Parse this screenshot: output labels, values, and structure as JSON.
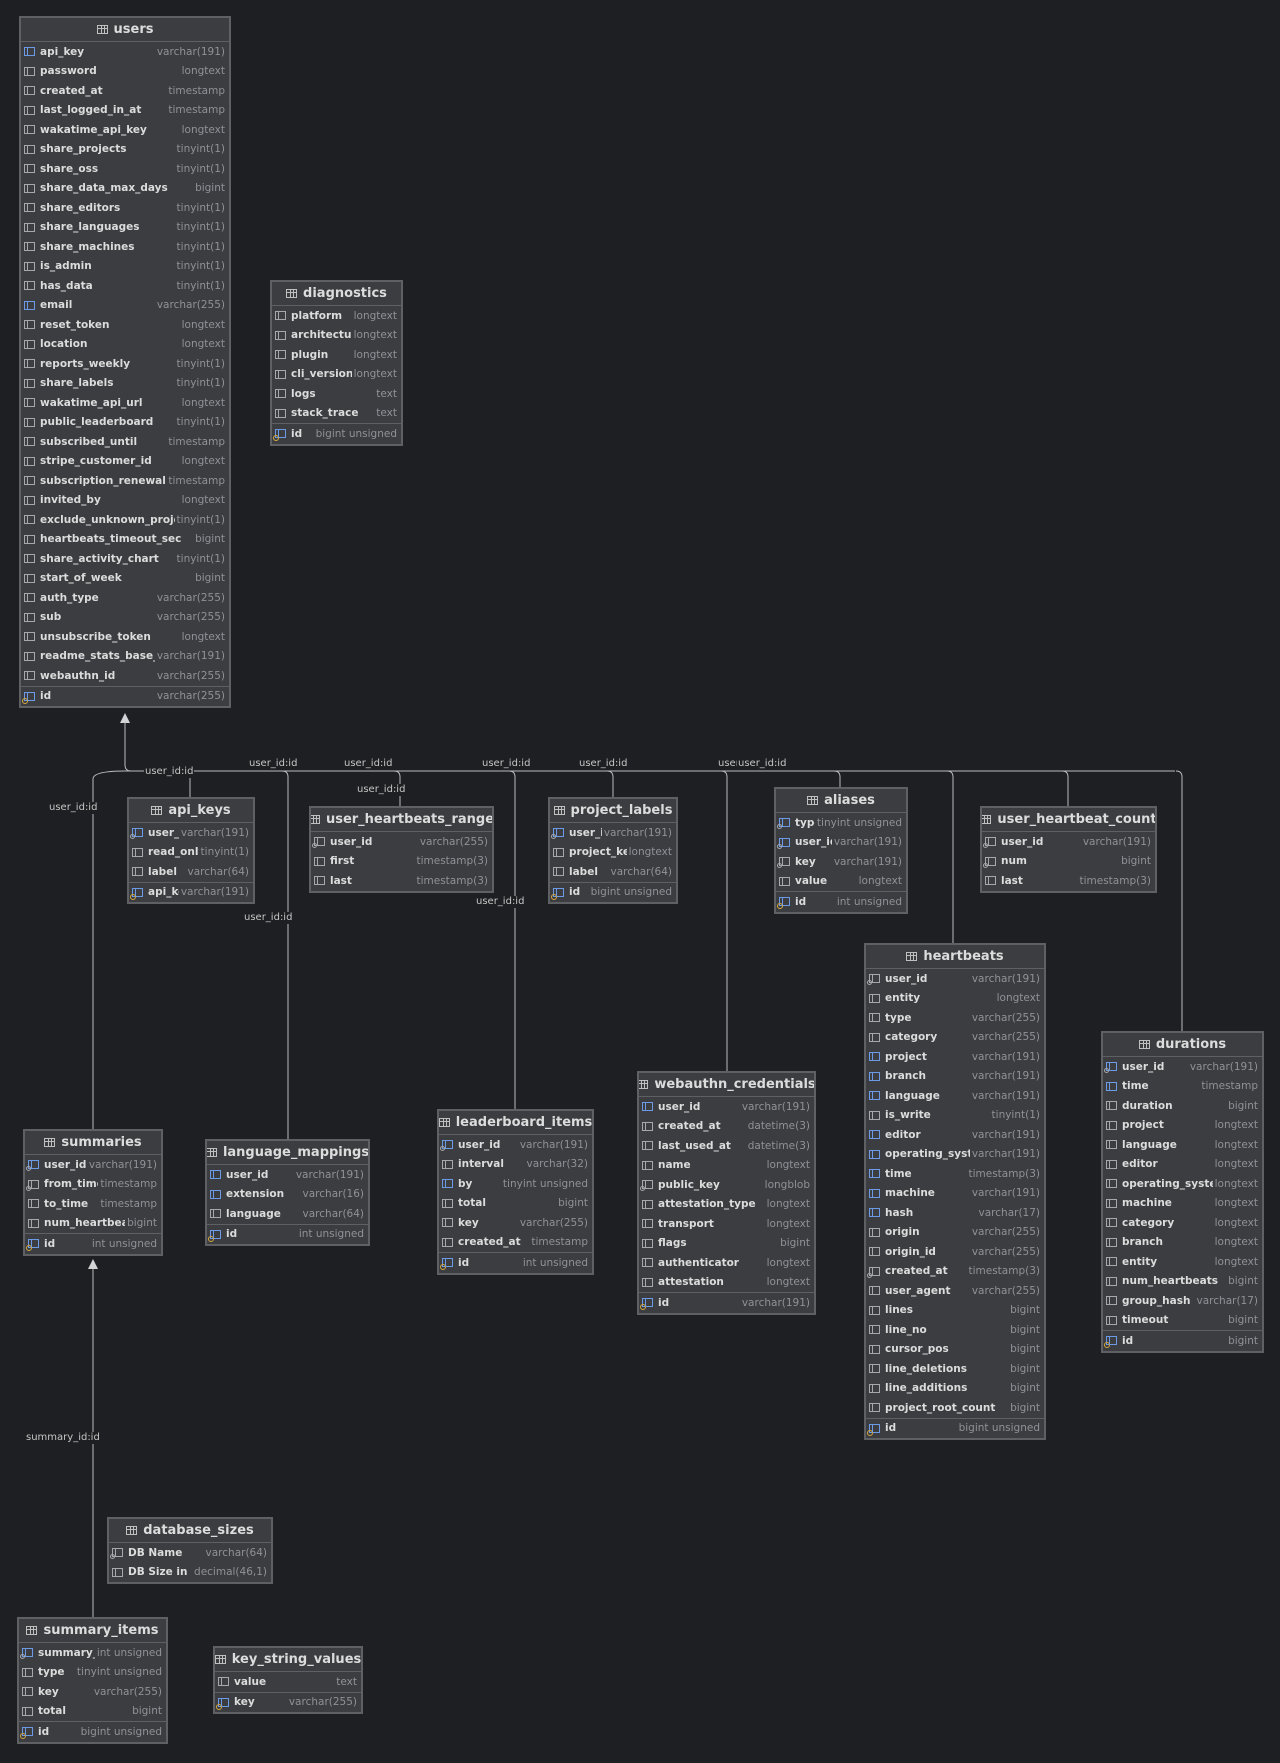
{
  "icons": {
    "table": "table-icon",
    "column": "column-icon",
    "index": "index-column-icon",
    "foreign_key": "foreign-key-icon",
    "primary_key": "primary-key-icon"
  },
  "colors": {
    "background": "#1e1f22",
    "table_bg": "#3b3d40",
    "border": "#5e6064",
    "index_accent": "#6d9ae6",
    "key_accent": "#d6a83c"
  },
  "tables": {
    "users": {
      "name": "users",
      "columns": [
        {
          "name": "api_key",
          "type": "varchar(191)"
        },
        {
          "name": "password",
          "type": "longtext"
        },
        {
          "name": "created_at",
          "type": "timestamp"
        },
        {
          "name": "last_logged_in_at",
          "type": "timestamp"
        },
        {
          "name": "wakatime_api_key",
          "type": "longtext"
        },
        {
          "name": "share_projects",
          "type": "tinyint(1)"
        },
        {
          "name": "share_oss",
          "type": "tinyint(1)"
        },
        {
          "name": "share_data_max_days",
          "type": "bigint"
        },
        {
          "name": "share_editors",
          "type": "tinyint(1)"
        },
        {
          "name": "share_languages",
          "type": "tinyint(1)"
        },
        {
          "name": "share_machines",
          "type": "tinyint(1)"
        },
        {
          "name": "is_admin",
          "type": "tinyint(1)"
        },
        {
          "name": "has_data",
          "type": "tinyint(1)"
        },
        {
          "name": "email",
          "type": "varchar(255)"
        },
        {
          "name": "reset_token",
          "type": "longtext"
        },
        {
          "name": "location",
          "type": "longtext"
        },
        {
          "name": "reports_weekly",
          "type": "tinyint(1)"
        },
        {
          "name": "share_labels",
          "type": "tinyint(1)"
        },
        {
          "name": "wakatime_api_url",
          "type": "longtext"
        },
        {
          "name": "public_leaderboard",
          "type": "tinyint(1)"
        },
        {
          "name": "subscribed_until",
          "type": "timestamp"
        },
        {
          "name": "stripe_customer_id",
          "type": "longtext"
        },
        {
          "name": "subscription_renewal",
          "type": "timestamp"
        },
        {
          "name": "invited_by",
          "type": "longtext"
        },
        {
          "name": "exclude_unknown_projects",
          "type": "tinyint(1)"
        },
        {
          "name": "heartbeats_timeout_sec",
          "type": "bigint"
        },
        {
          "name": "share_activity_chart",
          "type": "tinyint(1)"
        },
        {
          "name": "start_of_week",
          "type": "bigint"
        },
        {
          "name": "auth_type",
          "type": "varchar(255)"
        },
        {
          "name": "sub",
          "type": "varchar(255)"
        },
        {
          "name": "unsubscribe_token",
          "type": "longtext"
        },
        {
          "name": "readme_stats_base_url",
          "type": "varchar(191)"
        },
        {
          "name": "webauthn_id",
          "type": "varchar(255)"
        },
        {
          "name": "id",
          "type": "varchar(255)"
        }
      ]
    },
    "diagnostics": {
      "name": "diagnostics",
      "columns": [
        {
          "name": "platform",
          "type": "longtext"
        },
        {
          "name": "architecture",
          "type": "longtext"
        },
        {
          "name": "plugin",
          "type": "longtext"
        },
        {
          "name": "cli_version",
          "type": "longtext"
        },
        {
          "name": "logs",
          "type": "text"
        },
        {
          "name": "stack_trace",
          "type": "text"
        },
        {
          "name": "id",
          "type": "bigint unsigned"
        }
      ]
    },
    "api_keys": {
      "name": "api_keys",
      "columns": [
        {
          "name": "user_id",
          "type": "varchar(191)"
        },
        {
          "name": "read_only",
          "type": "tinyint(1)"
        },
        {
          "name": "label",
          "type": "varchar(64)"
        },
        {
          "name": "api_key",
          "type": "varchar(191)"
        }
      ]
    },
    "user_heartbeats_range": {
      "name": "user_heartbeats_range",
      "columns": [
        {
          "name": "user_id",
          "type": "varchar(255)"
        },
        {
          "name": "first",
          "type": "timestamp(3)"
        },
        {
          "name": "last",
          "type": "timestamp(3)"
        }
      ]
    },
    "project_labels": {
      "name": "project_labels",
      "columns": [
        {
          "name": "user_id",
          "type": "varchar(191)"
        },
        {
          "name": "project_key",
          "type": "longtext"
        },
        {
          "name": "label",
          "type": "varchar(64)"
        },
        {
          "name": "id",
          "type": "bigint unsigned"
        }
      ]
    },
    "aliases": {
      "name": "aliases",
      "columns": [
        {
          "name": "type",
          "type": "tinyint unsigned"
        },
        {
          "name": "user_id",
          "type": "varchar(191)"
        },
        {
          "name": "key",
          "type": "varchar(191)"
        },
        {
          "name": "value",
          "type": "longtext"
        },
        {
          "name": "id",
          "type": "int unsigned"
        }
      ]
    },
    "user_heartbeat_count": {
      "name": "user_heartbeat_count",
      "columns": [
        {
          "name": "user_id",
          "type": "varchar(191)"
        },
        {
          "name": "num",
          "type": "bigint"
        },
        {
          "name": "last",
          "type": "timestamp(3)"
        }
      ]
    },
    "heartbeats": {
      "name": "heartbeats",
      "columns": [
        {
          "name": "user_id",
          "type": "varchar(191)"
        },
        {
          "name": "entity",
          "type": "longtext"
        },
        {
          "name": "type",
          "type": "varchar(255)"
        },
        {
          "name": "category",
          "type": "varchar(255)"
        },
        {
          "name": "project",
          "type": "varchar(191)"
        },
        {
          "name": "branch",
          "type": "varchar(191)"
        },
        {
          "name": "language",
          "type": "varchar(191)"
        },
        {
          "name": "is_write",
          "type": "tinyint(1)"
        },
        {
          "name": "editor",
          "type": "varchar(191)"
        },
        {
          "name": "operating_system",
          "type": "varchar(191)"
        },
        {
          "name": "time",
          "type": "timestamp(3)"
        },
        {
          "name": "machine",
          "type": "varchar(191)"
        },
        {
          "name": "hash",
          "type": "varchar(17)"
        },
        {
          "name": "origin",
          "type": "varchar(255)"
        },
        {
          "name": "origin_id",
          "type": "varchar(255)"
        },
        {
          "name": "created_at",
          "type": "timestamp(3)"
        },
        {
          "name": "user_agent",
          "type": "varchar(255)"
        },
        {
          "name": "lines",
          "type": "bigint"
        },
        {
          "name": "line_no",
          "type": "bigint"
        },
        {
          "name": "cursor_pos",
          "type": "bigint"
        },
        {
          "name": "line_deletions",
          "type": "bigint"
        },
        {
          "name": "line_additions",
          "type": "bigint"
        },
        {
          "name": "project_root_count",
          "type": "bigint"
        },
        {
          "name": "id",
          "type": "bigint unsigned"
        }
      ]
    },
    "durations": {
      "name": "durations",
      "columns": [
        {
          "name": "user_id",
          "type": "varchar(191)"
        },
        {
          "name": "time",
          "type": "timestamp"
        },
        {
          "name": "duration",
          "type": "bigint"
        },
        {
          "name": "project",
          "type": "longtext"
        },
        {
          "name": "language",
          "type": "longtext"
        },
        {
          "name": "editor",
          "type": "longtext"
        },
        {
          "name": "operating_system",
          "type": "longtext"
        },
        {
          "name": "machine",
          "type": "longtext"
        },
        {
          "name": "category",
          "type": "longtext"
        },
        {
          "name": "branch",
          "type": "longtext"
        },
        {
          "name": "entity",
          "type": "longtext"
        },
        {
          "name": "num_heartbeats",
          "type": "bigint"
        },
        {
          "name": "group_hash",
          "type": "varchar(17)"
        },
        {
          "name": "timeout",
          "type": "bigint"
        },
        {
          "name": "id",
          "type": "bigint"
        }
      ]
    },
    "summaries": {
      "name": "summaries",
      "columns": [
        {
          "name": "user_id",
          "type": "varchar(191)"
        },
        {
          "name": "from_time",
          "type": "timestamp"
        },
        {
          "name": "to_time",
          "type": "timestamp"
        },
        {
          "name": "num_heartbeats",
          "type": "bigint"
        },
        {
          "name": "id",
          "type": "int unsigned"
        }
      ]
    },
    "language_mappings": {
      "name": "language_mappings",
      "columns": [
        {
          "name": "user_id",
          "type": "varchar(191)"
        },
        {
          "name": "extension",
          "type": "varchar(16)"
        },
        {
          "name": "language",
          "type": "varchar(64)"
        },
        {
          "name": "id",
          "type": "int unsigned"
        }
      ]
    },
    "leaderboard_items": {
      "name": "leaderboard_items",
      "columns": [
        {
          "name": "user_id",
          "type": "varchar(191)"
        },
        {
          "name": "interval",
          "type": "varchar(32)"
        },
        {
          "name": "by",
          "type": "tinyint unsigned"
        },
        {
          "name": "total",
          "type": "bigint"
        },
        {
          "name": "key",
          "type": "varchar(255)"
        },
        {
          "name": "created_at",
          "type": "timestamp"
        },
        {
          "name": "id",
          "type": "int unsigned"
        }
      ]
    },
    "webauthn_credentials": {
      "name": "webauthn_credentials",
      "columns": [
        {
          "name": "user_id",
          "type": "varchar(191)"
        },
        {
          "name": "created_at",
          "type": "datetime(3)"
        },
        {
          "name": "last_used_at",
          "type": "datetime(3)"
        },
        {
          "name": "name",
          "type": "longtext"
        },
        {
          "name": "public_key",
          "type": "longblob"
        },
        {
          "name": "attestation_type",
          "type": "longtext"
        },
        {
          "name": "transport",
          "type": "longtext"
        },
        {
          "name": "flags",
          "type": "bigint"
        },
        {
          "name": "authenticator",
          "type": "longtext"
        },
        {
          "name": "attestation",
          "type": "longtext"
        },
        {
          "name": "id",
          "type": "varchar(191)"
        }
      ]
    },
    "database_sizes": {
      "name": "database_sizes",
      "columns": [
        {
          "name": "DB Name",
          "type": "varchar(64)"
        },
        {
          "name": "DB Size in MB",
          "type": "decimal(46,1)"
        }
      ]
    },
    "summary_items": {
      "name": "summary_items",
      "columns": [
        {
          "name": "summary_id",
          "type": "int unsigned"
        },
        {
          "name": "type",
          "type": "tinyint unsigned"
        },
        {
          "name": "key",
          "type": "varchar(255)"
        },
        {
          "name": "total",
          "type": "bigint"
        },
        {
          "name": "id",
          "type": "bigint unsigned"
        }
      ]
    },
    "key_string_values": {
      "name": "key_string_values",
      "columns": [
        {
          "name": "value",
          "type": "text"
        },
        {
          "name": "key",
          "type": "varchar(255)"
        }
      ]
    }
  },
  "relationships": [
    {
      "from": "summaries",
      "to": "users",
      "label": "user_id:id"
    },
    {
      "from": "api_keys",
      "to": "users",
      "label": "user_id:id"
    },
    {
      "from": "language_mappings",
      "to": "users",
      "label": "user_id:id"
    },
    {
      "from": "user_heartbeats_range",
      "to": "users",
      "label": "user_id:id"
    },
    {
      "from": "leaderboard_items",
      "to": "users",
      "label": "user_id:id"
    },
    {
      "from": "project_labels",
      "to": "users",
      "label": "user_id:id"
    },
    {
      "from": "webauthn_credentials",
      "to": "users",
      "label": "user_id:id"
    },
    {
      "from": "aliases",
      "to": "users",
      "label": "user_id:id"
    },
    {
      "from": "heartbeats",
      "to": "users",
      "label": "user_id:id"
    },
    {
      "from": "user_heartbeat_count",
      "to": "users",
      "label": "user_id:id"
    },
    {
      "from": "durations",
      "to": "users",
      "label": "user_id:id"
    },
    {
      "from": "summary_items",
      "to": "summaries",
      "label": "summary_id:id"
    }
  ]
}
